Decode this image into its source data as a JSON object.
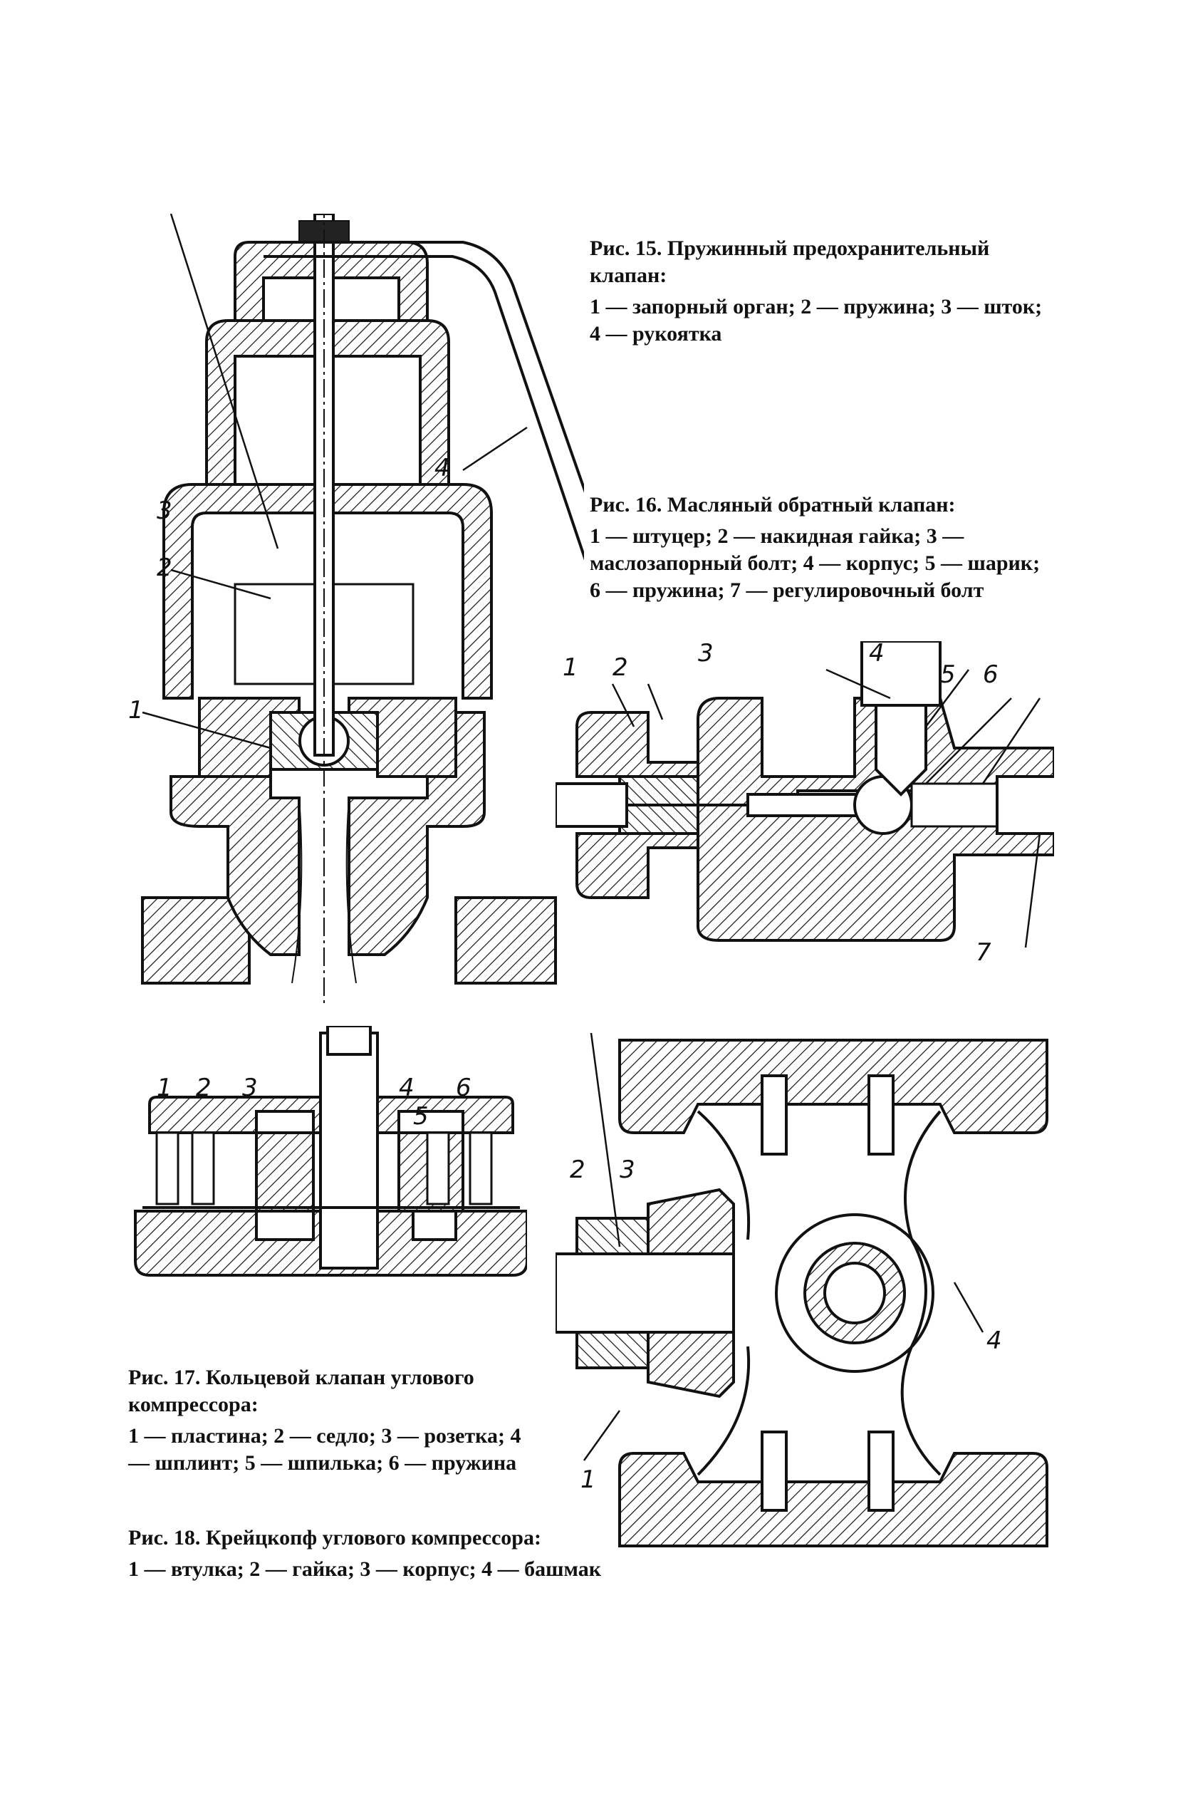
{
  "fig15": {
    "title": "Рис. 15. Пружинный предохранительный клапан:",
    "legend": "1 — запорный орган; 2 — пружина; 3 — шток; 4 — рукоятка",
    "labels": [
      "1",
      "2",
      "3",
      "4"
    ]
  },
  "fig16": {
    "title": "Рис. 16. Масляный обратный клапан:",
    "legend": "1 — штуцер; 2 — накидная гайка; 3 — маслозапорный болт; 4 — корпус; 5 — шарик; 6 — пружина; 7 — регулировочный болт",
    "labels": [
      "1",
      "2",
      "3",
      "4",
      "5",
      "6",
      "7"
    ]
  },
  "fig17": {
    "title": "Рис. 17. Кольцевой клапан углового компрессора:",
    "legend": "1 — пластина; 2 — седло; 3 — розетка; 4 — шплинт; 5 — шпилька; 6 — пружина",
    "labels": [
      "1",
      "2",
      "3",
      "4",
      "5",
      "6"
    ]
  },
  "fig18": {
    "title": "Рис. 18. Крейцкопф углового компрессора:",
    "legend": "1 — втулка; 2 — гайка; 3 — корпус; 4 — башмак",
    "labels": [
      "1",
      "2",
      "3",
      "4"
    ]
  }
}
